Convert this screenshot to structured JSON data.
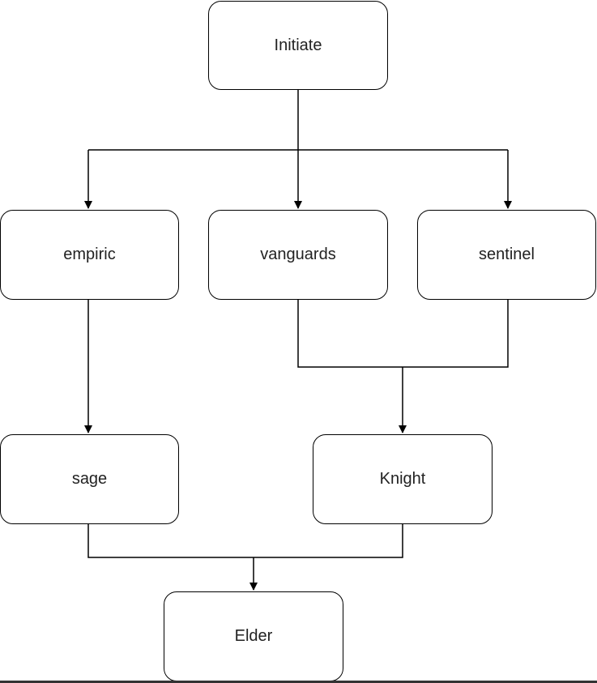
{
  "diagram": {
    "nodes": {
      "initiate": "Initiate",
      "empiric": "empiric",
      "vanguards": "vanguards",
      "sentinel": "sentinel",
      "sage": "sage",
      "knight": "Knight",
      "elder": "Elder"
    },
    "edges": [
      {
        "from": "initiate",
        "to": "empiric"
      },
      {
        "from": "initiate",
        "to": "vanguards"
      },
      {
        "from": "initiate",
        "to": "sentinel"
      },
      {
        "from": "empiric",
        "to": "sage"
      },
      {
        "from": "vanguards",
        "to": "knight"
      },
      {
        "from": "sentinel",
        "to": "knight"
      },
      {
        "from": "sage",
        "to": "elder"
      },
      {
        "from": "knight",
        "to": "elder"
      }
    ],
    "line_color": "#000000",
    "node_border_color": "#000000",
    "text_color": "#222222"
  }
}
